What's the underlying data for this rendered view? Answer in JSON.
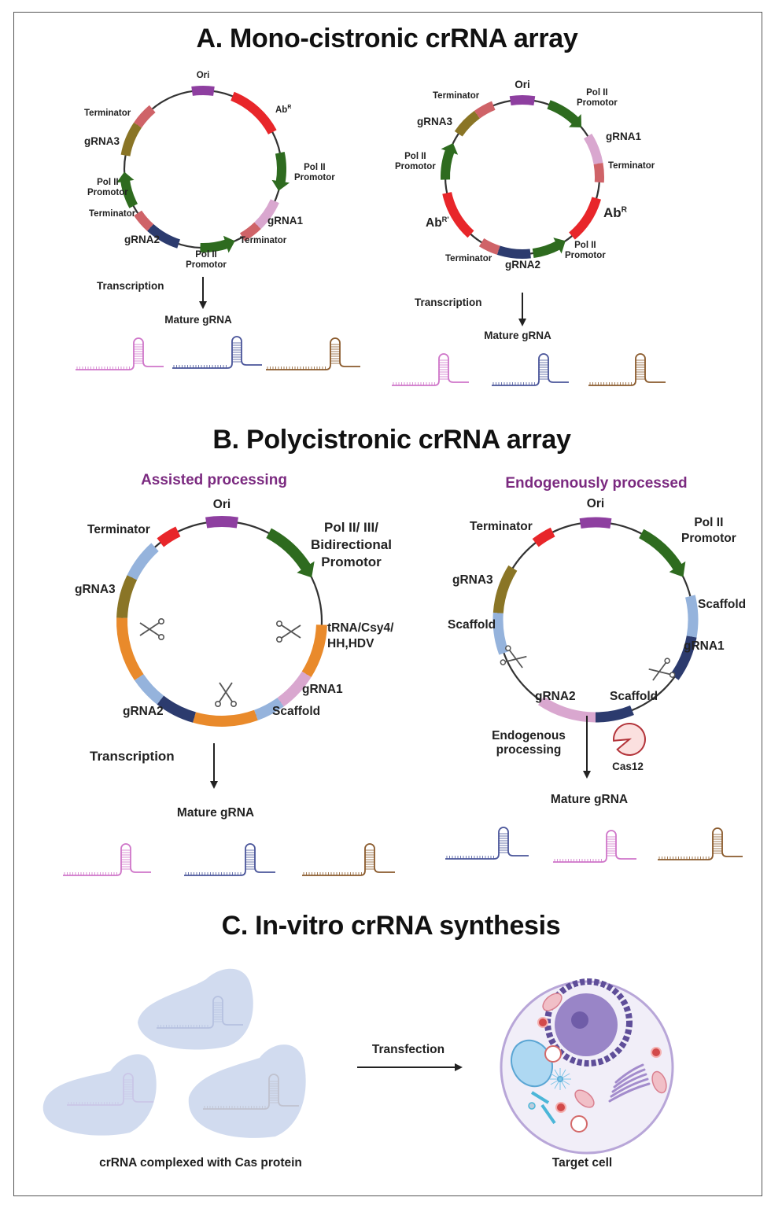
{
  "sections": {
    "a": {
      "title": "A. Mono-cistronic crRNA array",
      "left": {
        "labels": {
          "ori": "Ori",
          "abr": "Ab",
          "abr_sup": "R",
          "terminator_top": "Terminator",
          "grna3": "gRNA3",
          "pol2_left": "Pol II\nPromotor",
          "terminator_left": "Terminator",
          "grna2": "gRNA2",
          "pol2_bottom": "Pol II\nPromotor",
          "terminator_bottom": "Terminator",
          "grna1": "gRNA1",
          "pol2_right": "Pol II\nPromotor"
        },
        "transcription": "Transcription",
        "mature": "Mature gRNA"
      },
      "right": {
        "labels": {
          "ori": "Ori",
          "terminator_top": "Terminator",
          "grna3": "gRNA3",
          "pol2_top": "Pol II\nPromotor",
          "grna1": "gRNA1",
          "terminator_right": "Terminator",
          "pol2_left": "Pol II\nPromotor",
          "abr_right": "Ab",
          "abr_right_sup": "R",
          "abr_left": "Ab",
          "abr_left_sup": "R'",
          "terminator_bottom": "Terminator",
          "grna2": "gRNA2",
          "pol2_bottom": "Pol II\nPromotor"
        },
        "transcription": "Transcription",
        "mature": "Mature gRNA"
      }
    },
    "b": {
      "title": "B. Polycistronic crRNA array",
      "left": {
        "subtitle": "Assisted processing",
        "labels": {
          "ori": "Ori",
          "terminator": "Terminator",
          "promoter": "Pol II/ III/\nBidirectional\nPromotor",
          "grna3": "gRNA3",
          "processing": "tRNA/Csy4/\nHH,HDV",
          "grna1": "gRNA1",
          "grna2": "gRNA2",
          "scaffold": "Scaffold"
        },
        "transcription": "Transcription",
        "mature": "Mature gRNA"
      },
      "right": {
        "subtitle": "Endogenously processed",
        "labels": {
          "ori": "Ori",
          "terminator": "Terminator",
          "promoter": "Pol II\nPromotor",
          "grna3": "gRNA3",
          "scaffold_left": "Scaffold",
          "scaffold_right": "Scaffold",
          "grna1": "gRNA1",
          "grna2": "gRNA2",
          "scaffold_bottom": "Scaffold"
        },
        "processing": "Endogenous\nprocessing",
        "enzyme": "Cas12",
        "mature": "Mature gRNA"
      }
    },
    "c": {
      "title": "C. In-vitro crRNA synthesis",
      "complex_caption": "crRNA complexed with Cas protein",
      "arrow_label": "Transfection",
      "cell_caption": "Target cell"
    }
  },
  "colors": {
    "ori": "#8e3fa0",
    "antibiotic": "#e8262a",
    "promoter": "#2e6b1f",
    "terminator": "#cf6368",
    "grna1": "#d9a7cf",
    "grna2": "#2c3b6e",
    "grna3": "#8a7526",
    "scaffold": "#95b3dc",
    "processing": "#e98a2b",
    "title_purple": "#7b2a80",
    "rna_pink": "#cf76c9",
    "rna_blue": "#4a559a",
    "rna_brown": "#8a5a2c",
    "cas_fill": "#fbe0df",
    "cas_stroke": "#b3343a",
    "protein_blob": "#c9d5ec"
  }
}
